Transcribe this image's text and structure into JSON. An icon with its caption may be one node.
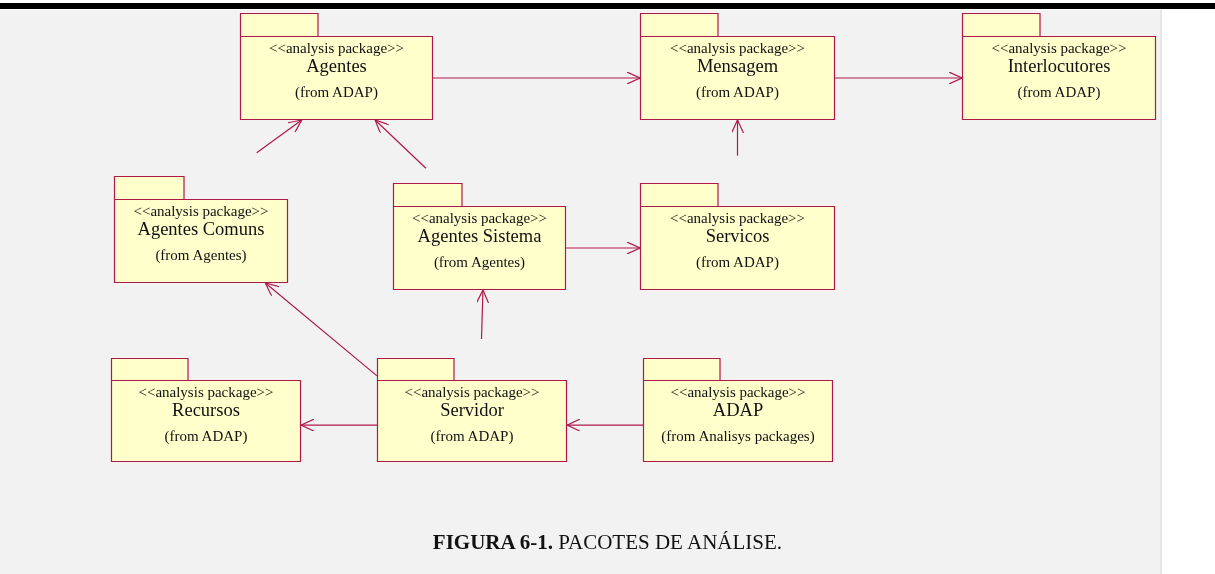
{
  "diagram": {
    "caption": "**FIGURA 6-1.** PACOTES DE ANÁLISE.",
    "nodes": [
      {
        "text": [
          "<<analysis package>>",
          "Agentes",
          "(from ADAP)"
        ]
      },
      {
        "text": [
          "<<analysis package>>",
          "Mensagem",
          "(from ADAP)"
        ]
      },
      {
        "text": [
          "<<analysis package>>",
          "Interlocutores",
          "(from ADAP)"
        ]
      },
      {
        "text": [
          "<<analysis package>>",
          "Agentes Comuns",
          "(from Agentes)"
        ]
      },
      {
        "text": [
          "<<analysis package>>",
          "Agentes Sistema",
          "(from Agentes)"
        ]
      },
      {
        "text": [
          "<<analysis package>>",
          "Servicos",
          "(from ADAP)"
        ]
      },
      {
        "text": [
          "<<analysis package>>",
          "Recursos",
          "(from ADAP)"
        ]
      },
      {
        "text": [
          "<<analysis package>>",
          "Servidor",
          "(from ADAP)"
        ]
      },
      {
        "text": [
          "<<analysis package>>",
          "ADAP",
          "(from Analisys packages)"
        ]
      }
    ],
    "edges": [
      {
        "from": 0,
        "to": 1,
        "arrow": "to"
      },
      {
        "from": 1,
        "to": 2,
        "arrow": "to"
      },
      {
        "from": 3,
        "to": 0,
        "arrow": "to"
      },
      {
        "from": 4,
        "to": 0,
        "arrow": "to"
      },
      {
        "from": 4,
        "to": 5,
        "arrow": "to"
      },
      {
        "from": 5,
        "to": 1,
        "arrow": "to"
      },
      {
        "from": 7,
        "to": 3,
        "arrow": "to"
      },
      {
        "from": 7,
        "to": 4,
        "arrow": "to"
      },
      {
        "from": 7,
        "to": 6,
        "arrow": "to"
      },
      {
        "from": 8,
        "to": 7,
        "arrow": "to"
      }
    ]
  }
}
